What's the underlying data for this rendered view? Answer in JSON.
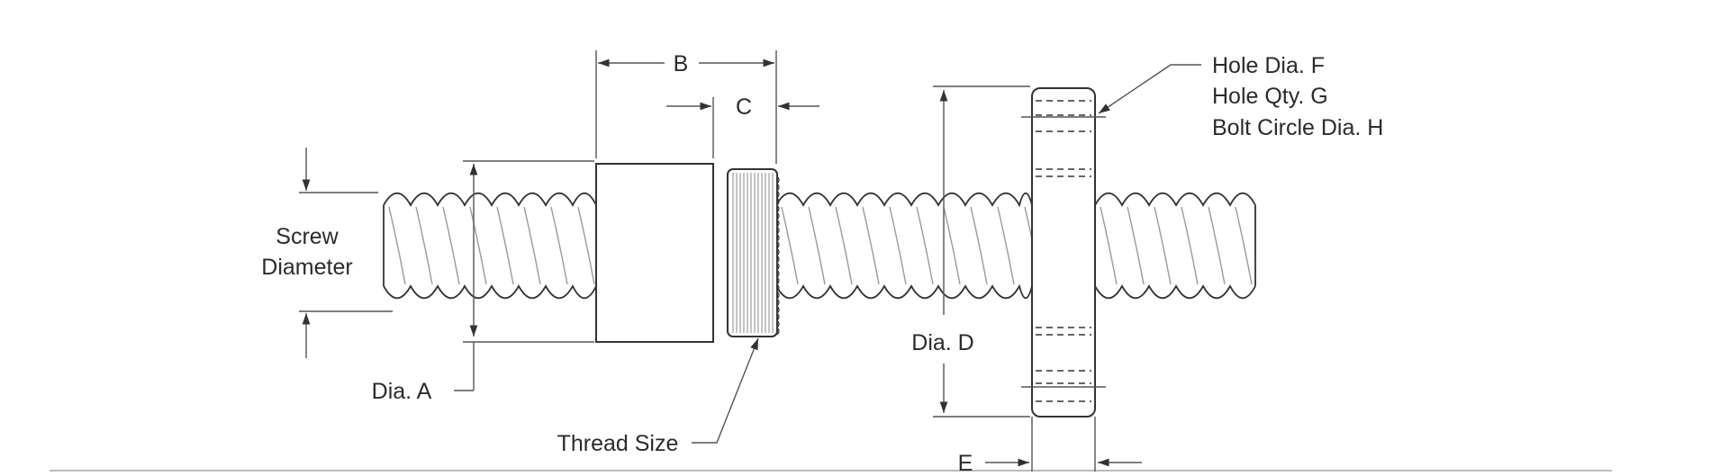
{
  "labels": {
    "b": "B",
    "c": "C",
    "screw_diameter_line1": "Screw",
    "screw_diameter_line2": "Diameter",
    "dia_a": "Dia. A",
    "thread_size": "Thread Size",
    "dia_d": "Dia. D",
    "e": "E",
    "hole_dia_f": "Hole Dia. F",
    "hole_qty_g": "Hole Qty. G",
    "bolt_circle_dia_h": "Bolt Circle Dia. H"
  },
  "colors": {
    "line": "#333333",
    "background": "#ffffff"
  }
}
